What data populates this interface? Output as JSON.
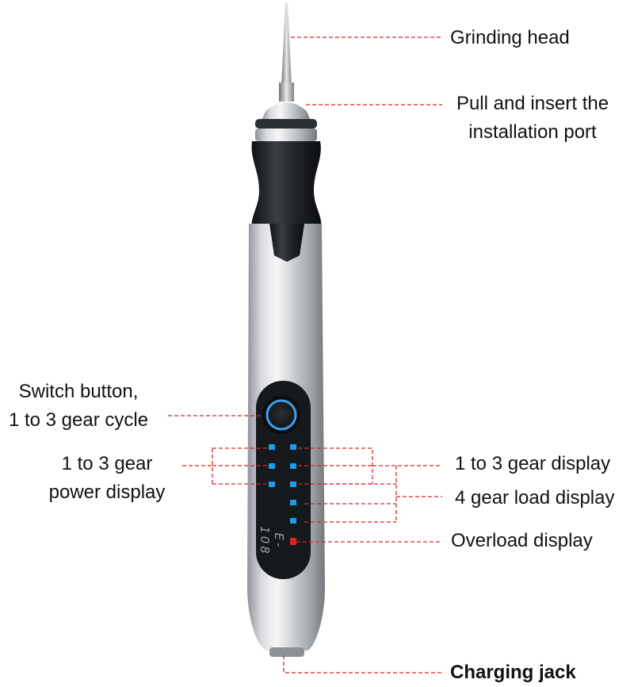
{
  "labels": {
    "grinding_head": "Grinding head",
    "pull_insert_line1": "Pull and insert the",
    "pull_insert_line2": "installation port",
    "switch_line1": "Switch button,",
    "switch_line2": "1 to 3 gear cycle",
    "power_line1": "1 to 3 gear",
    "power_line2": "power display",
    "gear_display": "1 to 3 gear display",
    "load_display": "4 gear load display",
    "overload_display": "Overload display",
    "charging_jack": "Charging jack"
  },
  "device": {
    "model_text": "E-108"
  },
  "colors": {
    "leader_line": "#d62828",
    "led_blue": "#1e9bea",
    "led_red": "#e0231c",
    "body_silver": "#c9ccd1",
    "grip_dark": "#1f2326",
    "panel_dark": "#16191c"
  }
}
